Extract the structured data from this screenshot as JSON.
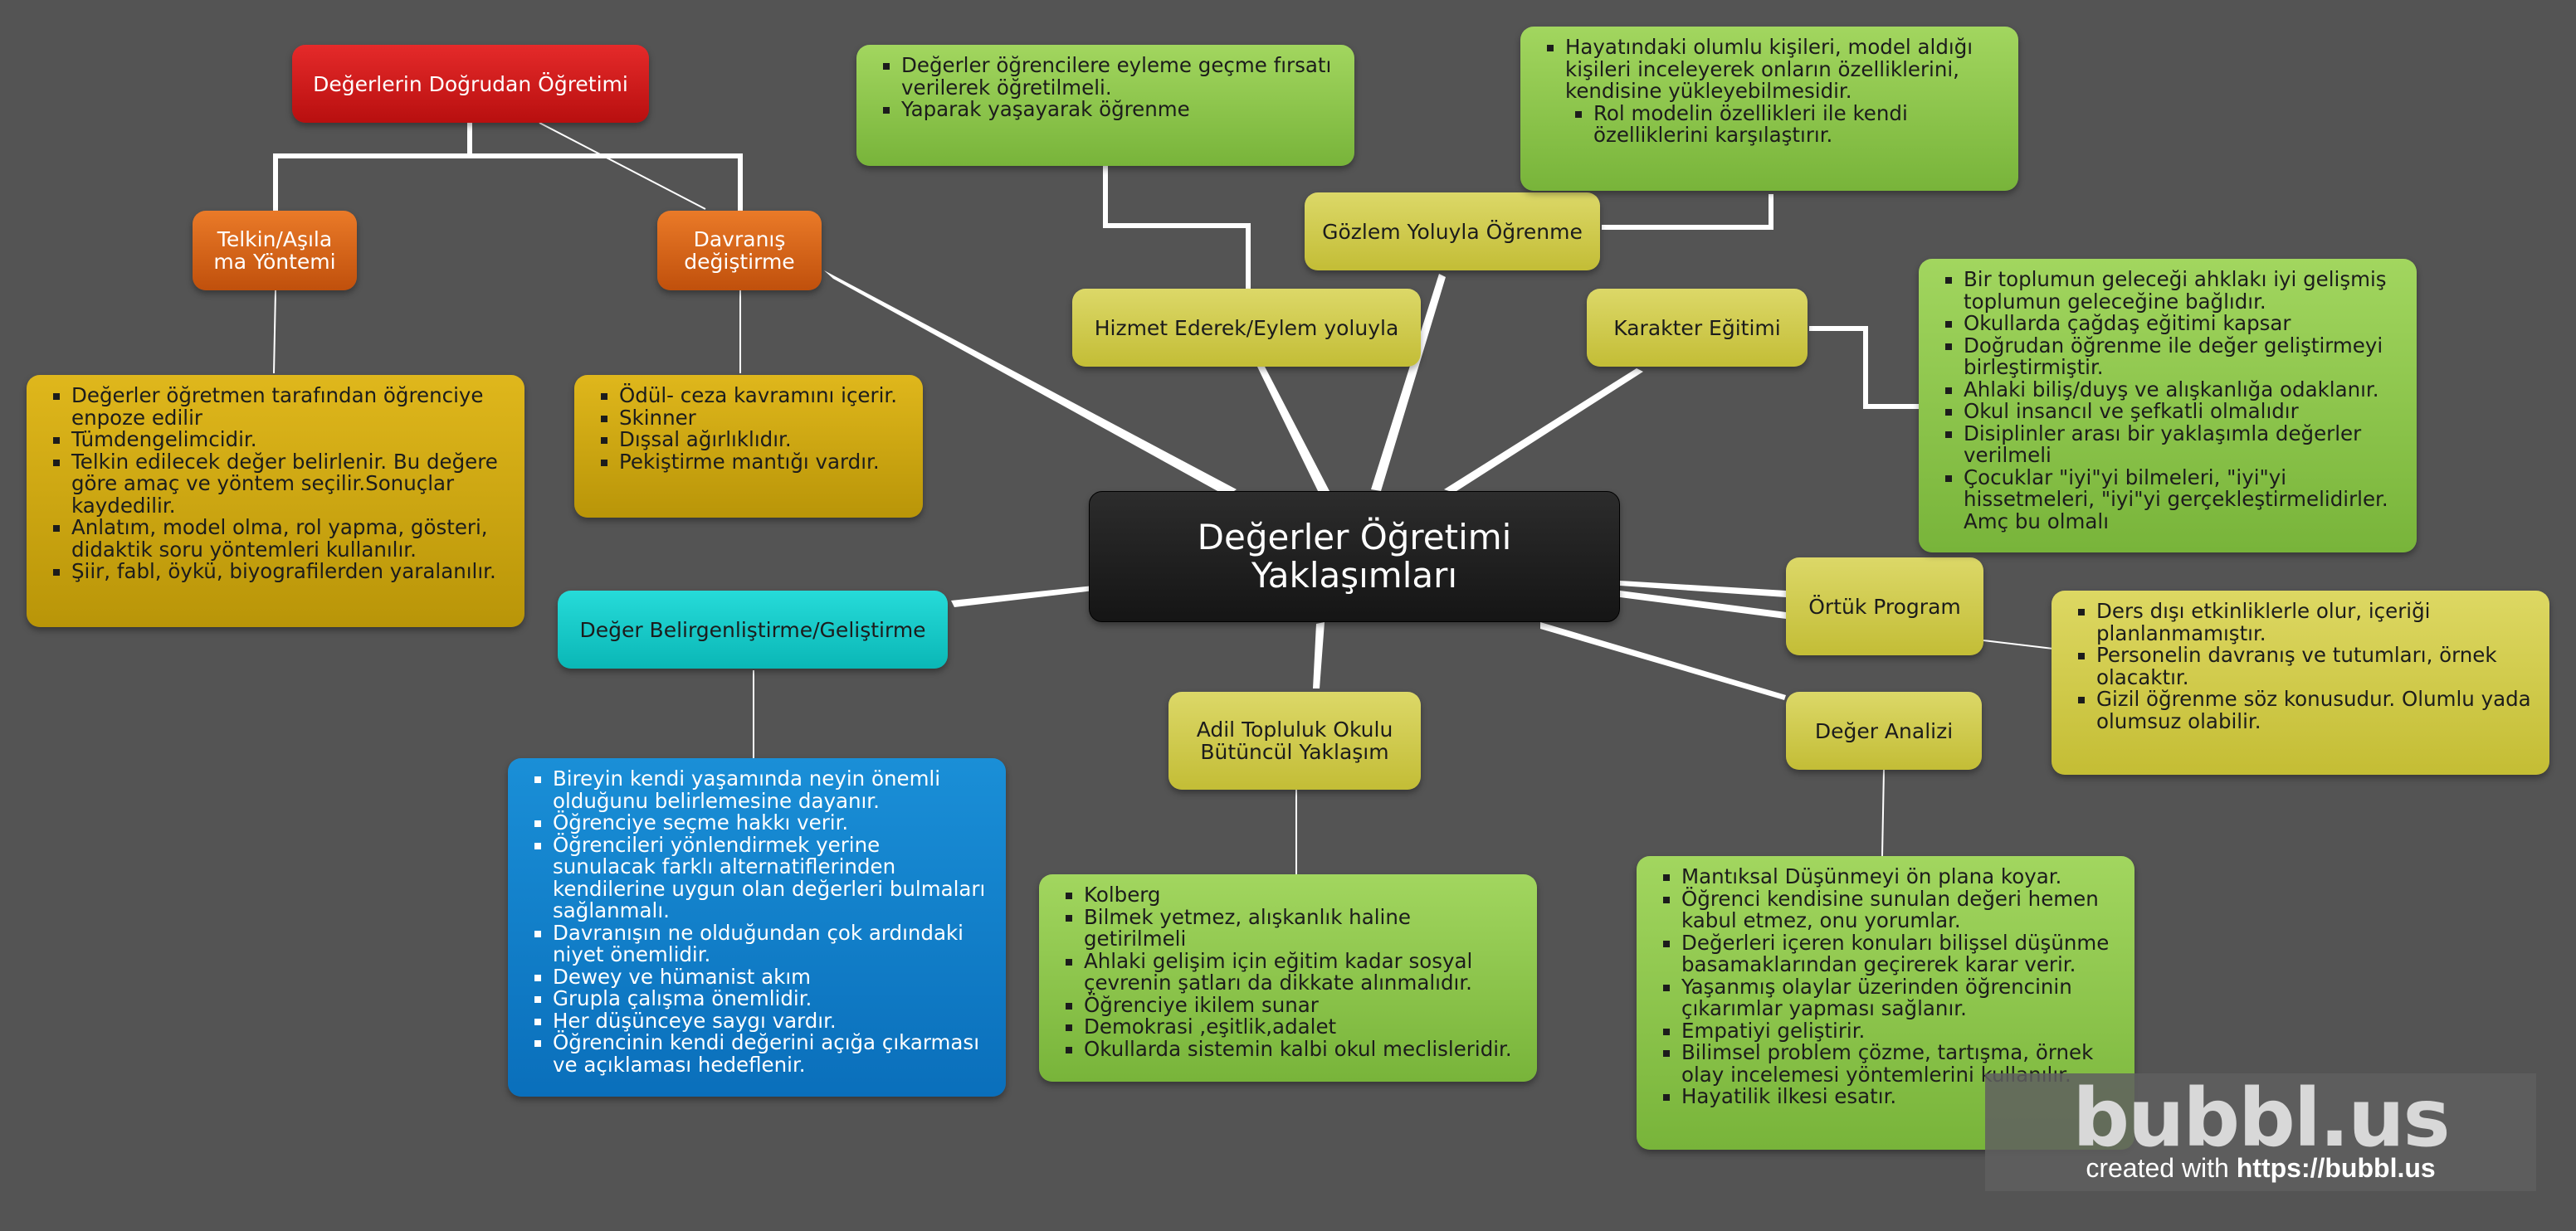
{
  "central": "Değerler Öğretimi Yaklaşımları",
  "nodes": {
    "dogrudan": "Değerlerin Doğrudan Öğretimi",
    "telkin": "Telkin/Aşıla ma Yöntemi",
    "davranis": "Davranış değiştirme",
    "belirginlestirme": "Değer Belirgenliştirme/Geliştirme",
    "hizmet": "Hizmet Ederek/Eylem yoluyla",
    "gozlem": "Gözlem Yoluyla Öğrenme",
    "karakter": "Karakter Eğitimi",
    "ortuk": "Örtük Program",
    "analiz": "Değer Analizi",
    "adil": "Adil Topluluk Okulu Bütüncül Yaklaşım"
  },
  "boxes": {
    "telkin_notes": [
      "Değerler öğretmen tarafından öğrenciye enpoze edilir",
      "Tümdengelimcidir.",
      "Telkin edilecek değer belirlenir. Bu değere göre amaç ve yöntem seçilir.Sonuçlar kaydedilir.",
      "Anlatım, model olma, rol yapma, gösteri, didaktik soru yöntemleri kullanılır.",
      "Şiir, fabl, öykü, biyografilerden yaralanılır."
    ],
    "davranis_notes": [
      "Ödül- ceza kavramını içerir.",
      "Skinner",
      "Dışsal ağırlıklıdır.",
      "Pekiştirme mantığı vardır."
    ],
    "hizmet_notes": [
      "Değerler öğrencilere eyleme geçme fırsatı verilerek öğretilmeli.",
      "Yaparak yaşayarak öğrenme"
    ],
    "gozlem_notes": {
      "main": "Hayatındaki olumlu kişileri, model aldığı kişileri inceleyerek onların özelliklerini, kendisine yükleyebilmesidir.",
      "sub": "Rol modelin özellikleri ile kendi özelliklerini karşılaştırır."
    },
    "karakter_notes": [
      "Bir toplumun geleceği ahklakı iyi gelişmiş toplumun geleceğine bağlıdır.",
      "Okullarda çağdaş eğitimi kapsar",
      "Doğrudan öğrenme ile değer geliştirmeyi birleştirmiştir.",
      "Ahlaki biliş/duyş ve alışkanlığa odaklanır.",
      "Okul insancıl ve şefkatli olmalıdır",
      "Disiplinler arası bir yaklaşımla değerler verilmeli",
      "Çocuklar \"iyi\"yi bilmeleri, \"iyi\"yi hissetmeleri, \"iyi\"yi gerçekleştirmelidirler. Amç bu olmalı"
    ],
    "ortuk_notes": [
      "Ders dışı etkinliklerle olur, içeriği planlanmamıştır.",
      "Personelin davranış ve tutumları, örnek olacaktır.",
      "Gizil öğrenme söz konusudur. Olumlu yada olumsuz olabilir."
    ],
    "belirginlestirme_notes": [
      "Bireyin kendi yaşamında neyin önemli olduğunu belirlemesine dayanır.",
      "Öğrenciye seçme hakkı verir.",
      "Öğrencileri yönlendirmek yerine sunulacak farklı alternatiflerinden kendilerine uygun olan değerleri bulmaları sağlanmalı.",
      "Davranışın ne olduğundan çok ardındaki niyet önemlidir.",
      "Dewey ve hümanist akım",
      "Grupla çalışma önemlidir.",
      "Her düşünceye saygı vardır.",
      "Öğrencinin kendi değerini açığa çıkarması ve açıklaması hedeflenir."
    ],
    "adil_notes": [
      "Kolberg",
      "Bilmek yetmez, alışkanlık haline getirilmeli",
      "Ahlaki gelişim için eğitim kadar sosyal çevrenin şatları da dikkate alınmalıdır.",
      "Öğrenciye ikilem sunar",
      "Demokrasi ,eşitlik,adalet",
      "Okullarda sistemin kalbi okul meclisleridir."
    ],
    "analiz_notes": [
      "Mantıksal Düşünmeyi ön plana koyar.",
      "Öğrenci kendisine sunulan değeri hemen kabul etmez, onu yorumlar.",
      "Değerleri içeren konuları bilişsel düşünme basamaklarından geçirerek karar verir.",
      "Yaşanmış olaylar üzerinden öğrencinin çıkarımlar yapması sağlanır.",
      "Empatiyi geliştirir.",
      "Bilimsel problem çözme, tartışma, örnek olay incelemesi yöntemlerini kullanılır.",
      "Hayatilik ilkesi esatır."
    ]
  },
  "watermark": {
    "logo": "bubbl.us",
    "prefix": "created with ",
    "url": "https://bubbl.us"
  }
}
